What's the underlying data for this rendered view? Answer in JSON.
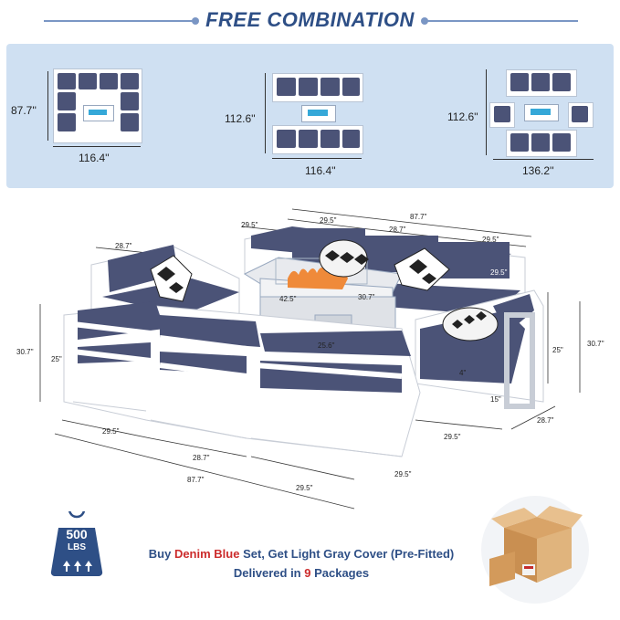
{
  "header": {
    "title": "FREE COMBINATION"
  },
  "layouts": [
    {
      "depth": "87.7''",
      "width": "116.4''"
    },
    {
      "depth": "112.6''",
      "width": "116.4''"
    },
    {
      "depth": "112.6''",
      "width": "136.2''"
    }
  ],
  "diagram": {
    "dims": {
      "top_total": "87.7\"",
      "top_a": "29.5\"",
      "top_b": "29.5\"",
      "top_c": "28.7\"",
      "top_d": "29.5\"",
      "left_depth": "28.7\"",
      "corner": "29.5\"",
      "table_len": "42.5\"",
      "table_w": "30.7\"",
      "table_h": "25.6\"",
      "height_left": "30.7''",
      "seat_left": "25\"",
      "height_right": "30.7''",
      "seat_right": "25\"",
      "leg": "4\"",
      "seat_depth": "15\"",
      "right_depth": "28.7\"",
      "right_width": "29.5\"",
      "bottom_a": "29.5\"",
      "bottom_b": "28.7\"",
      "bottom_total": "87.7\"",
      "bottom_c": "29.5\"",
      "bottom_d": "29.5\""
    }
  },
  "badge": {
    "value": "500",
    "unit": "LBS"
  },
  "footer": {
    "line1_pre": "Buy ",
    "line1_color1": "Denim Blue",
    "line1_mid": " Set, Get Light Gray Cover (Pre-Fitted)",
    "line2_pre": "Delivered in ",
    "line2_num": "9",
    "line2_post": " Packages"
  },
  "colors": {
    "accent": "#2e4f86",
    "cushion": "#4b5377",
    "highlight": "#cc2c2c",
    "panel": "#cfe0f2"
  }
}
